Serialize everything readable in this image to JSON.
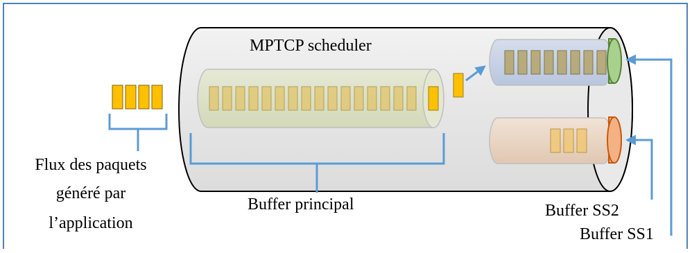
{
  "labels": {
    "scheduler": "MPTCP scheduler",
    "flux_line1": "Flux des paquets",
    "flux_line2": "généré par",
    "flux_line3": "l’application",
    "buffer_principal": "Buffer principal",
    "buffer_ss2": "Buffer SS2",
    "buffer_ss1": "Buffer SS1"
  },
  "colors": {
    "frame": "#4f81bd",
    "arrow": "#5b9bd5",
    "packet": "#ffc000",
    "outer_tube": "#e7e7e7",
    "main_buffer": "#dde3c8",
    "ss1_buffer": "#c7d2e6",
    "ss2_buffer": "#ead7c6",
    "ss1_cap": "#a9d18e",
    "ss2_cap": "#f4b183"
  },
  "counts": {
    "incoming_packets": 4,
    "main_buffer_packets": 16,
    "ss1_packets": 8,
    "ss2_packets": 3
  }
}
